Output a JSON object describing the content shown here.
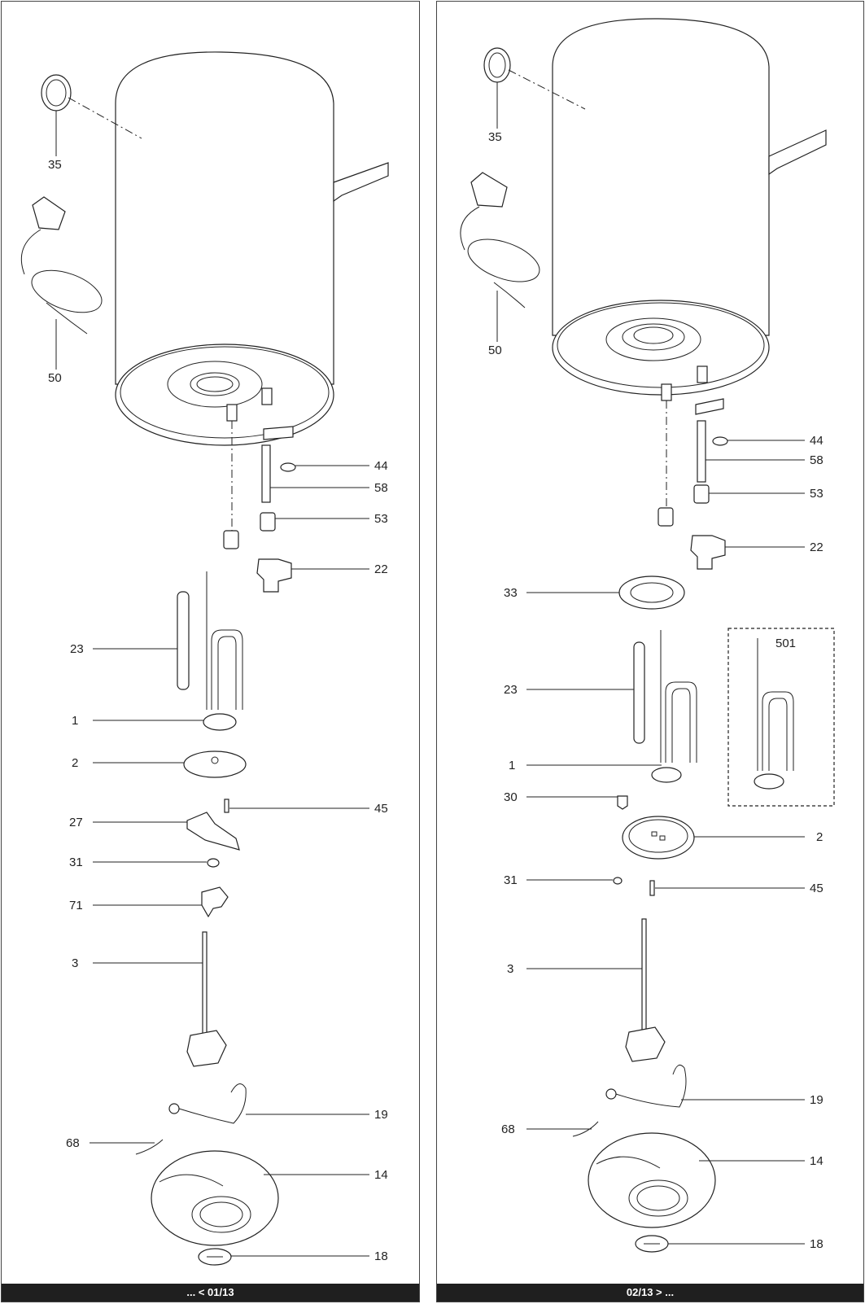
{
  "left": {
    "footer": "... < 01/13",
    "labels": {
      "p35": "35",
      "p50": "50",
      "p44": "44",
      "p58": "58",
      "p53": "53",
      "p22": "22",
      "p23": "23",
      "p1": "1",
      "p2": "2",
      "p45": "45",
      "p27": "27",
      "p31": "31",
      "p71": "71",
      "p3": "3",
      "p19": "19",
      "p68": "68",
      "p14": "14",
      "p18": "18"
    }
  },
  "right": {
    "footer": "02/13 > ...",
    "labels": {
      "p35": "35",
      "p50": "50",
      "p44": "44",
      "p58": "58",
      "p53": "53",
      "p22": "22",
      "p33": "33",
      "p501": "501",
      "p23": "23",
      "p1": "1",
      "p30": "30",
      "p2": "2",
      "p31": "31",
      "p45": "45",
      "p3": "3",
      "p19": "19",
      "p68": "68",
      "p14": "14",
      "p18": "18"
    }
  },
  "colors": {
    "line": "#222222",
    "footer_bg": "#1f1f1f",
    "footer_text": "#ffffff"
  }
}
